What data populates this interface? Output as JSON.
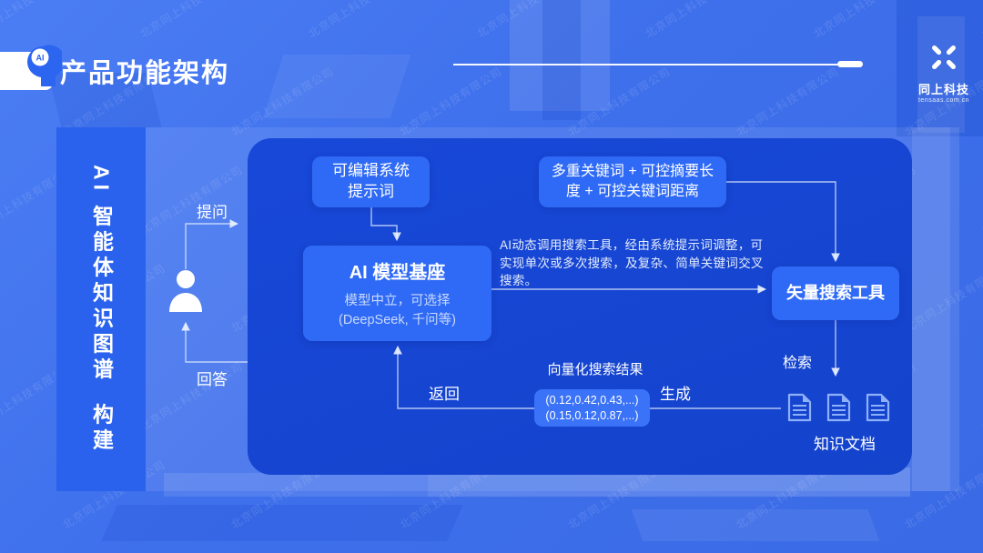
{
  "header": {
    "badge": {
      "label": "AI"
    },
    "title": "产品功能架构",
    "logo": {
      "name": "同上科技",
      "caption": "tensaas.com.cn"
    }
  },
  "watermark": {
    "text": "北京同上科技有限公司"
  },
  "sidebar": {
    "line1": "AI 智能体知识图谱",
    "line2": "构建"
  },
  "flow": {
    "user": {
      "ask": "提问",
      "answer": "回答"
    },
    "system_prompt_box": "可编辑系统提示词",
    "keyword_box": "多重关键词 + 可控摘要长度 + 可控关键词距离",
    "model_box": {
      "title": "AI 模型基座",
      "subtitle": "模型中立，可选择 (DeepSeek, 千问等)"
    },
    "description": "AI动态调用搜索工具，经由系统提示词调整，可实现单次或多次搜索，及复杂、简单关键词交叉搜索。",
    "vector_tool_box": "矢量搜索工具",
    "retrieve_label": "检索",
    "docs_label": "知识文档",
    "vector_result": {
      "title": "向量化搜索结果",
      "line1": "(0.12,0.42,0.43,...)",
      "line2": "(0.15,0.12,0.87,...)"
    },
    "generate_label": "生成",
    "return_label": "返回"
  },
  "colors": {
    "accent": "#2e6af6",
    "panel": "#1545d0",
    "background": "#3f70ec"
  }
}
